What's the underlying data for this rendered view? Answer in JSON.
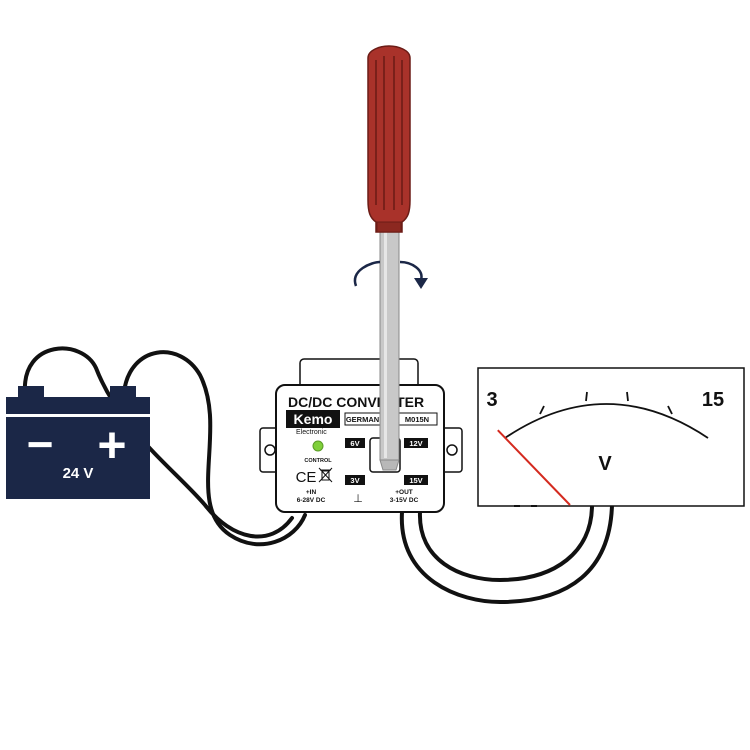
{
  "battery": {
    "minus": "−",
    "plus": "+",
    "voltage": "24 V",
    "color": "#1b2747"
  },
  "converter": {
    "title": "DC/DC CONVERTER",
    "brand": "Kemo",
    "brand_sub": "Electronic",
    "origin": "GERMANY",
    "model": "M015N",
    "control_label": "CONTROL",
    "ce_mark": "CE",
    "input_label_1": "+IN",
    "input_label_2": "6-28V DC",
    "output_label_1": "+OUT",
    "output_label_2": "3-15V DC",
    "ground_symbol": "⊥",
    "dial_marks": [
      "6V",
      "12V",
      "3V",
      "15V"
    ],
    "led_color": "#7fcf3a"
  },
  "meter": {
    "min_label": "3",
    "max_label": "15",
    "unit": "V",
    "needle_color": "#d42a1f",
    "reading_fraction": 0.0
  },
  "screwdriver": {
    "handle_color": "#a9322a",
    "shaft_color": "#c8c8c8",
    "rotation_icon": "clockwise-rotation-arrow"
  }
}
